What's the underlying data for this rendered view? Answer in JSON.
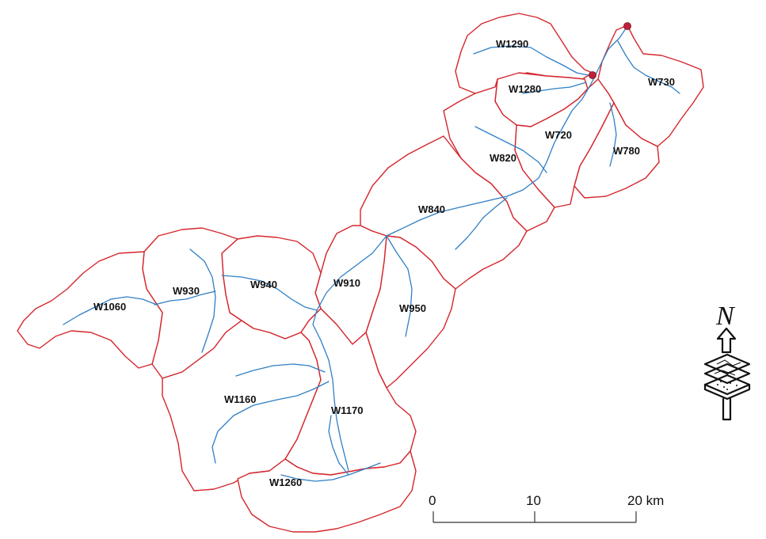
{
  "map": {
    "colors": {
      "basin_boundary": "#d4262c",
      "river": "#2f7fc4",
      "outlet": "#c2203a",
      "label": "#111111"
    },
    "watersheds": [
      "W1290",
      "W730",
      "W1280",
      "W720",
      "W780",
      "W820",
      "W840",
      "W940",
      "W930",
      "W910",
      "W950",
      "W1060",
      "W1160",
      "W1170",
      "W1260"
    ],
    "outlet_markers": 2,
    "scale_bar": {
      "labels": [
        "0",
        "10",
        "20 km"
      ]
    },
    "north_arrow": {
      "label": "N",
      "icon": "north-arrow-icon"
    }
  }
}
